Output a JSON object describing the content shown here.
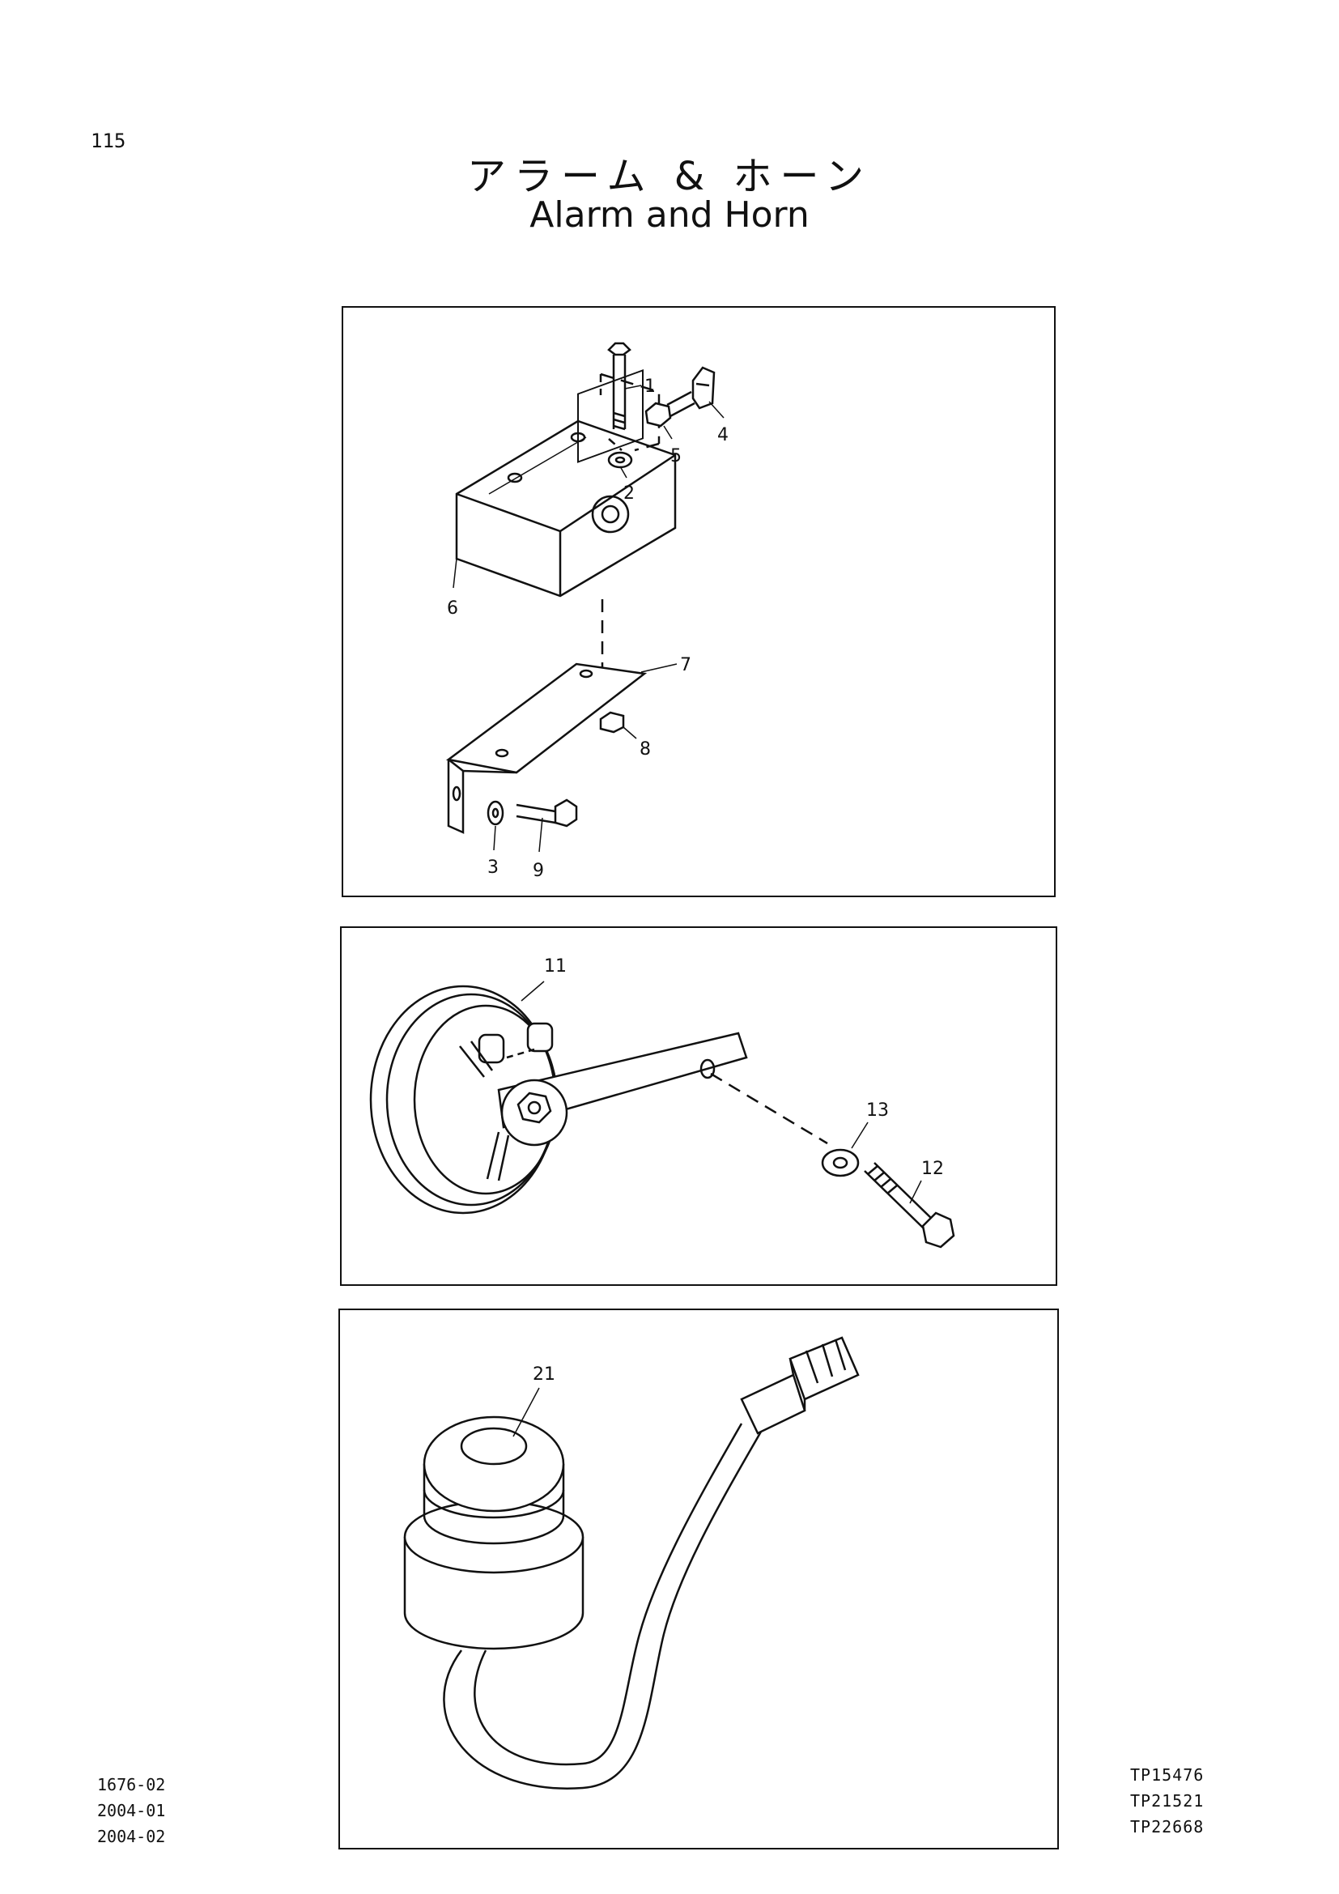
{
  "page": {
    "number": "115"
  },
  "title": {
    "jp": "アラーム & ホーン",
    "en": "Alarm and Horn"
  },
  "panels": {
    "alarm": {
      "callouts": [
        "1",
        "2",
        "3",
        "4",
        "5",
        "6",
        "7",
        "8",
        "9"
      ]
    },
    "horn": {
      "callouts": [
        "11",
        "12",
        "13"
      ]
    },
    "buzzer": {
      "callouts": [
        "21"
      ]
    }
  },
  "footer": {
    "left": [
      "1676-02",
      "2004-01",
      "2004-02"
    ],
    "right": [
      "TP15476",
      "TP21521",
      "TP22668"
    ]
  }
}
